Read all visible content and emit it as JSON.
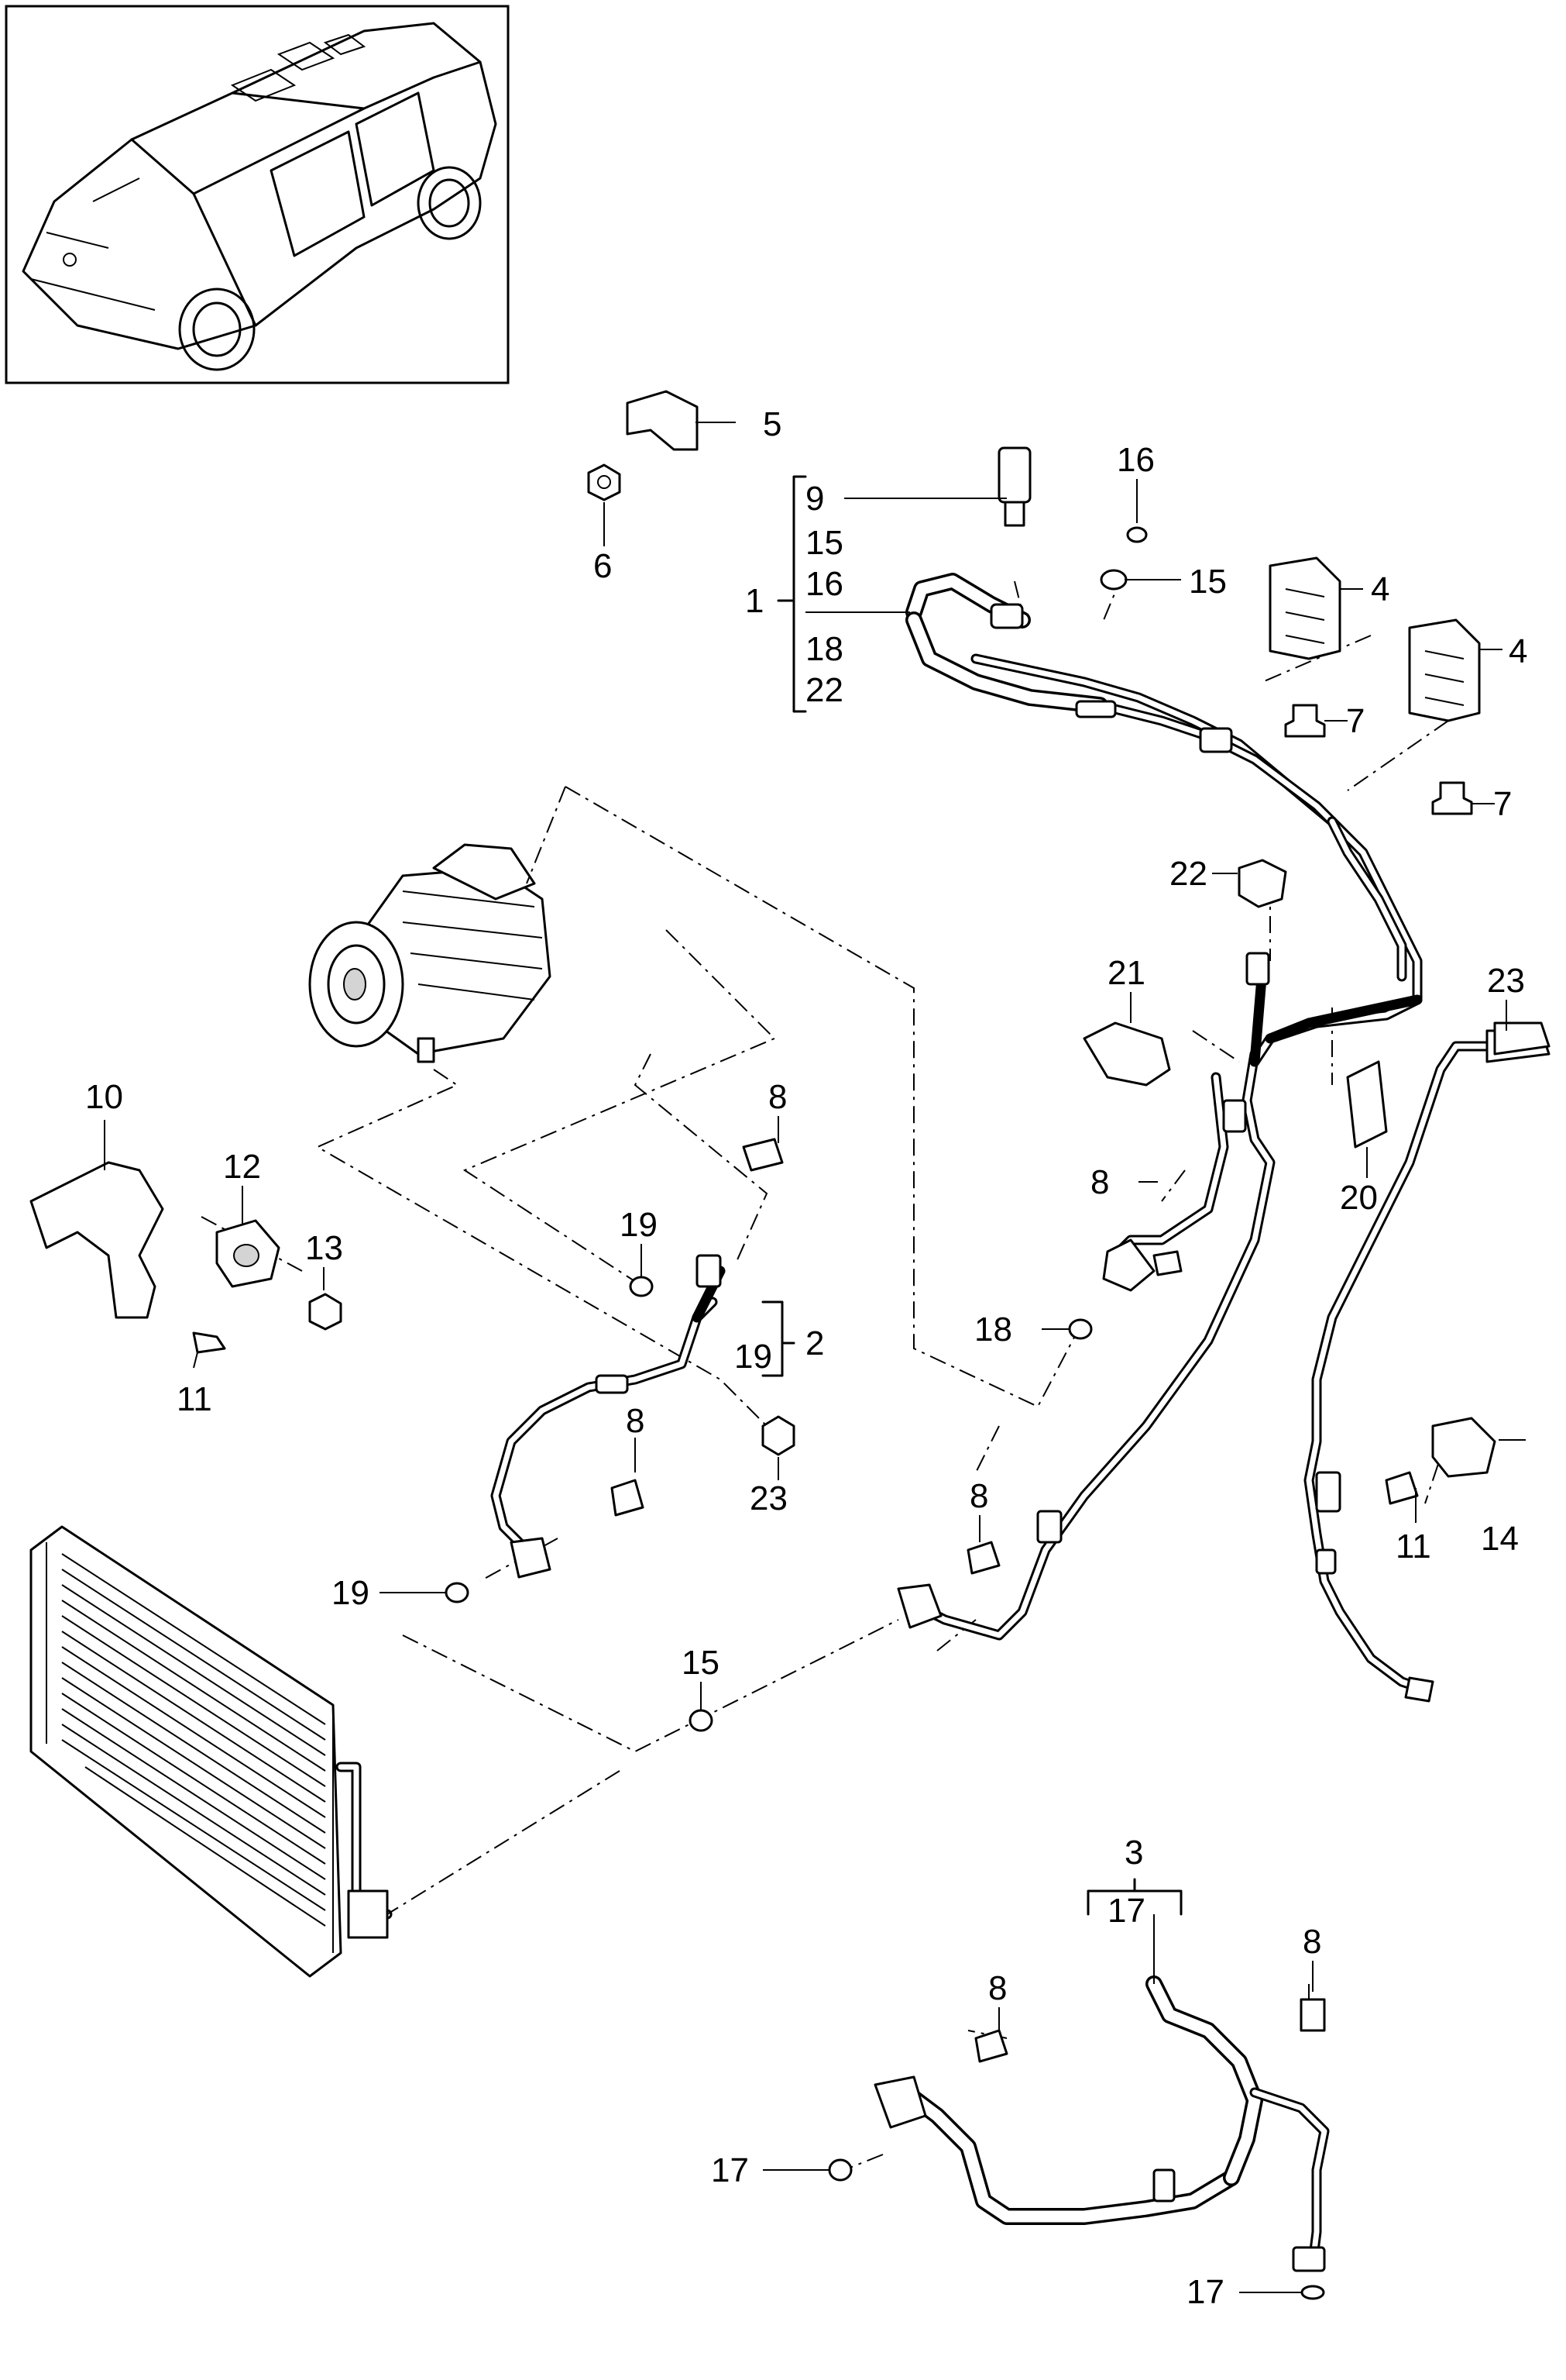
{
  "diagram": {
    "callouts": [
      {
        "label": "1"
      },
      {
        "label": "2"
      },
      {
        "label": "3"
      },
      {
        "label": "4"
      },
      {
        "label": "4"
      },
      {
        "label": "5"
      },
      {
        "label": "6"
      },
      {
        "label": "7"
      },
      {
        "label": "7"
      },
      {
        "label": "8"
      },
      {
        "label": "8"
      },
      {
        "label": "8"
      },
      {
        "label": "8"
      },
      {
        "label": "8"
      },
      {
        "label": "8"
      },
      {
        "label": "10"
      },
      {
        "label": "11"
      },
      {
        "label": "11"
      },
      {
        "label": "12"
      },
      {
        "label": "13"
      },
      {
        "label": "14"
      },
      {
        "label": "15"
      },
      {
        "label": "15"
      },
      {
        "label": "16"
      },
      {
        "label": "17"
      },
      {
        "label": "17"
      },
      {
        "label": "18"
      },
      {
        "label": "19"
      },
      {
        "label": "19"
      },
      {
        "label": "20"
      },
      {
        "label": "21"
      },
      {
        "label": "22"
      },
      {
        "label": "23"
      },
      {
        "label": "23"
      }
    ],
    "group1": {
      "label": "1",
      "items": [
        "9",
        "15",
        "16",
        "18",
        "22"
      ]
    },
    "group2": {
      "label": "2",
      "items": [
        "19"
      ]
    },
    "group3": {
      "label": "3",
      "items": [
        "17"
      ]
    }
  }
}
